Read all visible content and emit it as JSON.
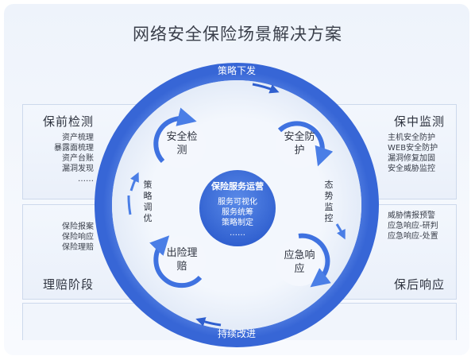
{
  "title": "网络安全保险场景解决方案",
  "quadrants": {
    "top_left": {
      "title": "保前检测",
      "items": [
        "资产梳理",
        "暴露面梳理",
        "资产台账",
        "漏洞发现",
        "……"
      ]
    },
    "top_right": {
      "title": "保中监测",
      "items": [
        "主机安全防护",
        "WEB安全防护",
        "漏洞修复加固",
        "安全威胁监控"
      ]
    },
    "bottom_left": {
      "title": "理赔阶段",
      "items": [
        "保险报案",
        "保险响应",
        "保险理赔"
      ]
    },
    "bottom_right": {
      "title": "保后响应",
      "items": [
        "威胁情报预警",
        "应急响应-研判",
        "应急响应-处置"
      ]
    }
  },
  "ring": {
    "top_label": "策略下发",
    "bottom_label": "持续改进"
  },
  "side_labels": {
    "left": "策略调优",
    "right": "态势监控"
  },
  "nodes": {
    "top_left": "安全检测",
    "top_right": "安全防护",
    "bottom_left": "出险理赔",
    "bottom_right": "应急响应"
  },
  "center": {
    "title": "保险服务运营",
    "lines": [
      "服务可视化",
      "服务统筹",
      "策略制定",
      "……"
    ]
  },
  "colors": {
    "ring": "#3f6fdc",
    "center": "#3a6ad8",
    "arrow": "#4a7ee6",
    "frame": "#eef3fb"
  }
}
